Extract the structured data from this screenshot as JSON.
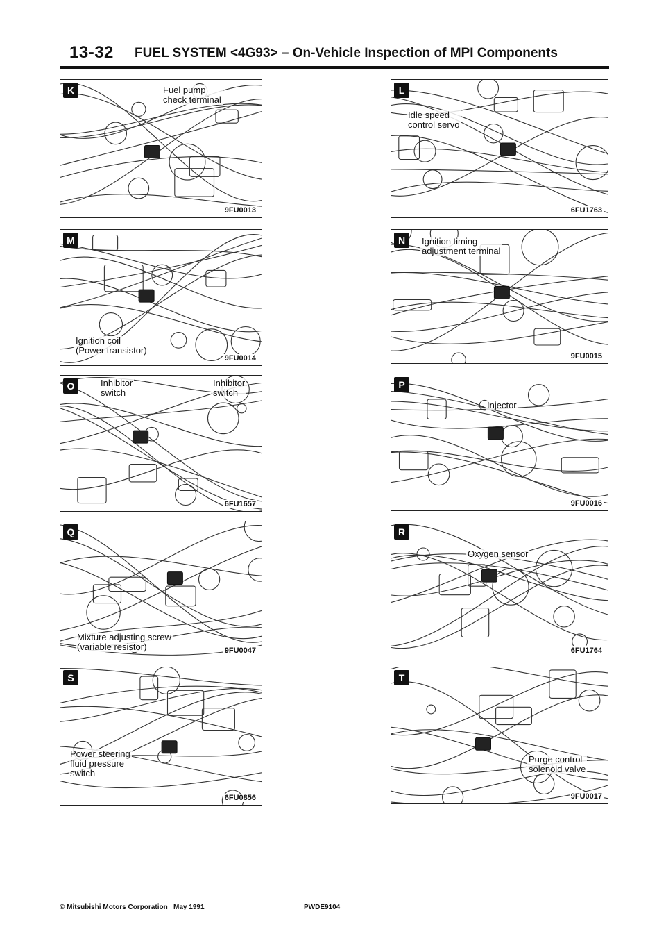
{
  "header": {
    "page_number": "13-32",
    "title": "FUEL SYSTEM <4G93> – On-Vehicle Inspection of MPI Components"
  },
  "panels": [
    {
      "letter": "K",
      "callouts": [
        "Fuel pump\ncheck terminal"
      ],
      "code": "9FU0013"
    },
    {
      "letter": "L",
      "callouts": [
        "Idle speed\ncontrol servo"
      ],
      "code": "6FU1763"
    },
    {
      "letter": "M",
      "callouts": [
        "Ignition coil\n(Power transistor)"
      ],
      "code": "9FU0014"
    },
    {
      "letter": "N",
      "callouts": [
        "Ignition timing\nadjustment terminal"
      ],
      "code": "9FU0015"
    },
    {
      "letter": "O",
      "callouts": [
        "Inhibitor\nswitch",
        "Inhibitor\nswitch"
      ],
      "code": "6FU1657"
    },
    {
      "letter": "P",
      "callouts": [
        "Injector"
      ],
      "code": "9FU0016"
    },
    {
      "letter": "Q",
      "callouts": [
        "Mixture adjusting screw\n(variable resistor)"
      ],
      "code": "9FU0047"
    },
    {
      "letter": "R",
      "callouts": [
        "Oxygen sensor"
      ],
      "code": "6FU1764"
    },
    {
      "letter": "S",
      "callouts": [
        "Power steering\nfluid pressure\nswitch"
      ],
      "code": "6FU0856"
    },
    {
      "letter": "T",
      "callouts": [
        "Purge control\nsolenoid valve"
      ],
      "code": "9FU0017"
    }
  ],
  "footer": {
    "copyright": "© Mitsubishi Motors Corporation   May 1991",
    "doc_code": "PWDE9104"
  }
}
